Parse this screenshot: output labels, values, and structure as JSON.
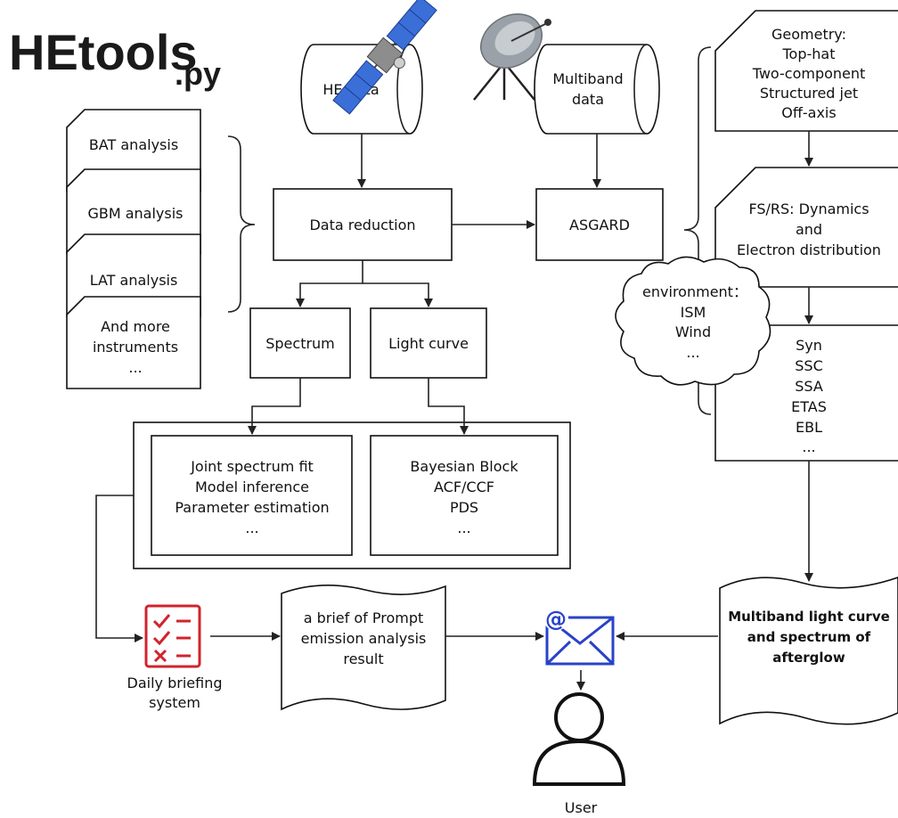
{
  "logo": {
    "main": "HEtools",
    "suffix": ".py"
  },
  "sources": {
    "he_data": "HE data",
    "multiband_data": [
      "Multiband",
      "data"
    ]
  },
  "instruments": [
    [
      "BAT analysis"
    ],
    [
      "GBM analysis"
    ],
    [
      "LAT analysis"
    ],
    [
      "And more",
      "instruments",
      "..."
    ]
  ],
  "process": {
    "data_reduction": "Data reduction",
    "asgard": "ASGARD",
    "spectrum": "Spectrum",
    "light_curve": "Light curve"
  },
  "analysis": {
    "spectral": [
      "Joint spectrum fit",
      "Model inference",
      "Parameter estimation",
      "..."
    ],
    "temporal": [
      "Bayesian Block",
      "ACF/CCF",
      "PDS",
      "..."
    ]
  },
  "afterglow": {
    "geometry": [
      "Geometry:",
      "Top-hat",
      "Two-component",
      "Structured jet",
      "Off-axis"
    ],
    "dynamics": [
      "FS/RS: Dynamics",
      "and",
      "Electron distribution"
    ],
    "environment": [
      "environment：",
      "ISM",
      "Wind",
      "..."
    ],
    "radiation": [
      "Syn",
      "SSC",
      "SSA",
      "ETAS",
      "EBL",
      "..."
    ],
    "output": [
      "Multiband light curve",
      "and spectrum of",
      "afterglow"
    ]
  },
  "briefing": {
    "system": [
      "Daily briefing",
      "system"
    ],
    "doc": [
      "a brief of Prompt",
      "emission analysis",
      "result"
    ]
  },
  "user": "User",
  "colors": {
    "checklist": "#d0242c",
    "mail": "#2a42c8",
    "satellite_panel": "#3b6fd8"
  }
}
